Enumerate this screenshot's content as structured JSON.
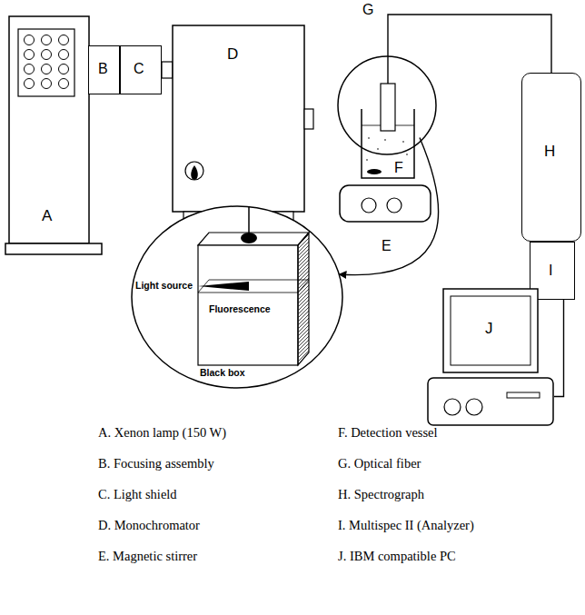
{
  "diagram": {
    "nodes": [
      {
        "text": [
          "A"
        ]
      },
      {
        "text": [
          "B"
        ]
      },
      {
        "text": [
          "C"
        ]
      },
      {
        "text": [
          "D"
        ]
      },
      {
        "text": [
          "F"
        ]
      },
      {
        "text": [
          "E"
        ]
      },
      {
        "text": [
          "H"
        ]
      },
      {
        "text": [
          "I"
        ]
      },
      {
        "text": [
          "J"
        ]
      },
      {
        "text": [
          "Light source",
          "Fluorescence",
          "Black box"
        ]
      }
    ],
    "edges": [
      {
        "from": 4,
        "to": 6,
        "label": "G",
        "arrow": "none"
      },
      {
        "from": 7,
        "to": 8,
        "arrow": "none"
      },
      {
        "from": 4,
        "to": 9,
        "arrow": "to"
      }
    ],
    "labels": [
      "A. Xenon lamp (150 W)",
      "B. Focusing assembly",
      "C. Light shield",
      "D. Monochromator",
      "E. Magnetic stirrer",
      "F. Detection vessel",
      "G. Optical fiber",
      "H. Spectrograph",
      "I. Multispec II (Analyzer)",
      "J. IBM compatible PC"
    ]
  }
}
